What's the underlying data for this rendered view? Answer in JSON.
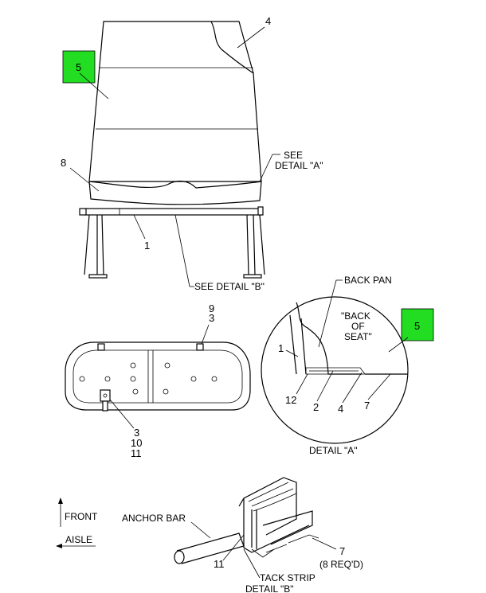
{
  "flags": {
    "top_left": "5",
    "detail_a": "5",
    "color": "#22dd22"
  },
  "main_view": {
    "callouts": {
      "c4": "4",
      "c8": "8",
      "c1": "1"
    },
    "see_detail_a_line1": "SEE",
    "see_detail_a_line2": "DETAIL \"A\"",
    "see_detail_b": "SEE DETAIL \"B\""
  },
  "back_view": {
    "top_callout_1": "9",
    "top_callout_2": "3",
    "bottom_callout_1": "3",
    "bottom_callout_2": "10",
    "bottom_callout_3": "11"
  },
  "detail_a": {
    "back_pan": "BACK PAN",
    "back_of_seat_1": "\"BACK",
    "back_of_seat_2": "OF",
    "back_of_seat_3": "SEAT\"",
    "callouts": {
      "c1": "1",
      "c12": "12",
      "c2": "2",
      "c4": "4",
      "c7": "7"
    },
    "caption": "DETAIL \"A\""
  },
  "detail_b": {
    "front": "FRONT",
    "aisle": "AISLE",
    "anchor_bar": "ANCHOR BAR",
    "c11": "11",
    "c7": "7",
    "req": "(8 REQ'D)",
    "tack_strip": "TACK STRIP",
    "caption": "DETAIL \"B\""
  }
}
